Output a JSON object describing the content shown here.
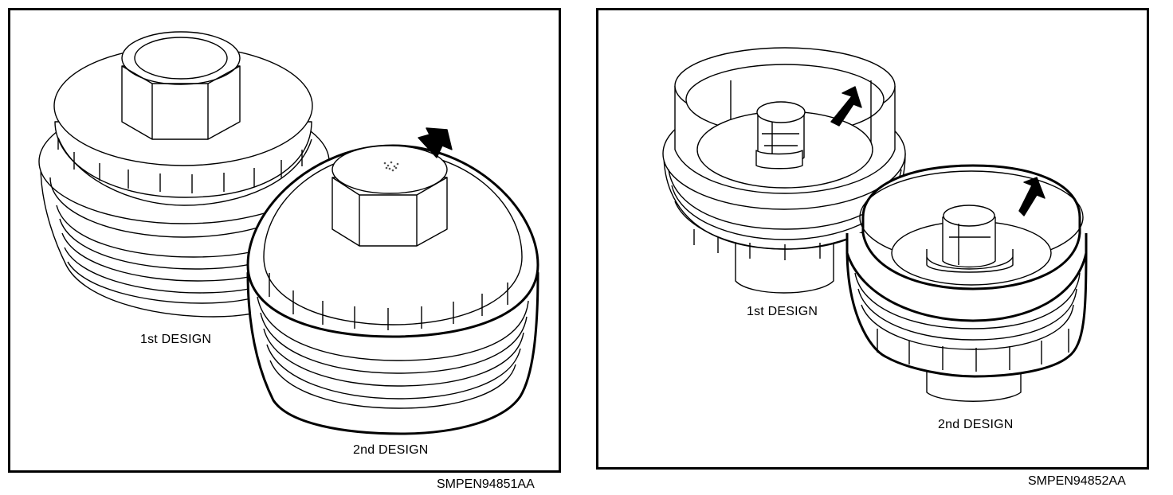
{
  "figures": [
    {
      "labels": {
        "first": "1st DESIGN",
        "second": "2nd DESIGN"
      },
      "code": "SMPEN94851AA"
    },
    {
      "labels": {
        "first": "1st DESIGN",
        "second": "2nd DESIGN"
      },
      "code": "SMPEN94852AA"
    }
  ],
  "colors": {
    "line": "#000000",
    "fill": "#ffffff"
  },
  "icons": [
    "arrow-icon"
  ]
}
